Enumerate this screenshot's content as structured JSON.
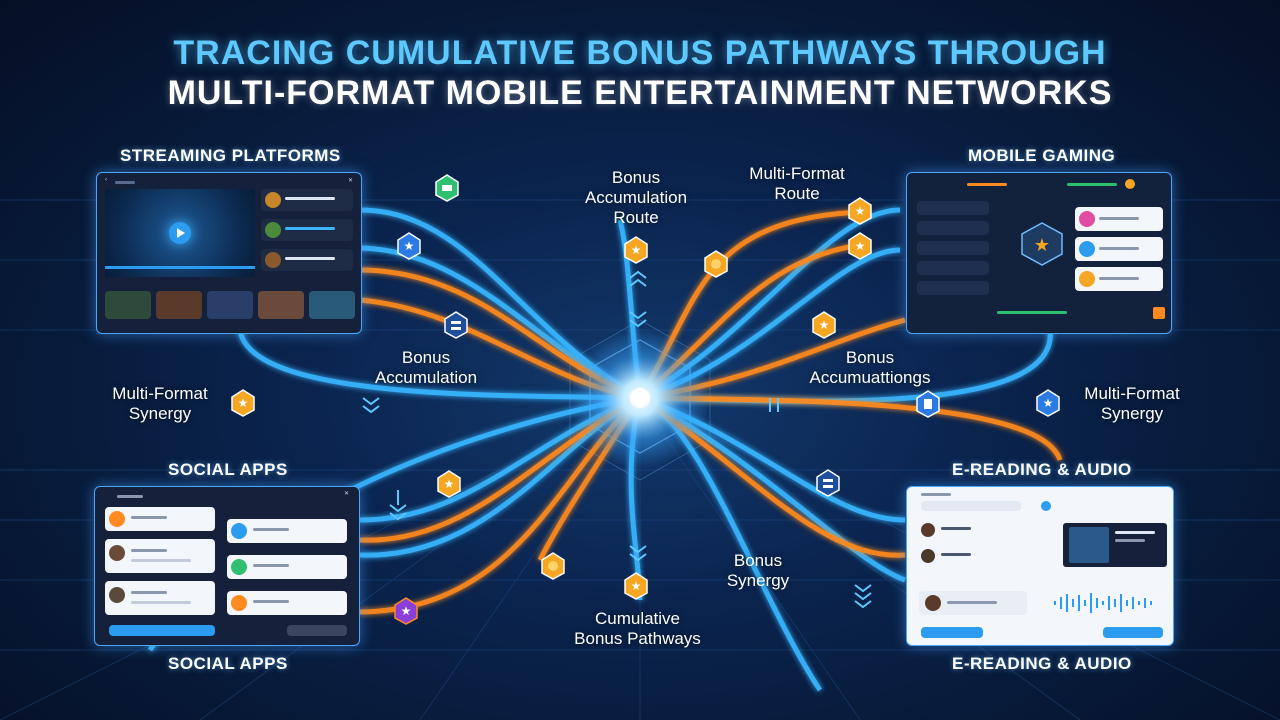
{
  "title": {
    "line1": "TRACING CUMULATIVE BONUS PATHWAYS THROUGH",
    "line2": "MULTI-FORMAT MOBILE ENTERTAINMENT NETWORKS"
  },
  "sections": {
    "streaming": "STREAMING PLATFORMS",
    "gaming": "MOBILE GAMING",
    "social_top": "SOCIAL APPS",
    "social_bottom": "SOCIAL APPS",
    "ereading_top": "E-READING & AUDIO",
    "ereading_bottom": "E-READING & AUDIO"
  },
  "flow_labels": {
    "bonus_accumulation_route": "Bonus\nAccumulation\nRoute",
    "multi_format_route": "Multi-Format\nRoute",
    "bonus_accumulation_left": "Bonus\nAccumulation",
    "bonus_accumulations_right": "Bonus\nAccumuattiongs",
    "multi_format_synergy_left": "Multi-Format\nSynergy",
    "multi_format_synergy_right": "Multi-Format\nSynergy",
    "bonus_synergy": "Bonus\nSynergy",
    "cumulative_bonus_pathways": "Cumulative\nBonus Pathways"
  },
  "colors": {
    "blue": "#38b6ff",
    "orange": "#ff8a1f",
    "accent_title": "#5ec9ff",
    "badge_orange": "#f5a623",
    "badge_green": "#2fbf71"
  }
}
